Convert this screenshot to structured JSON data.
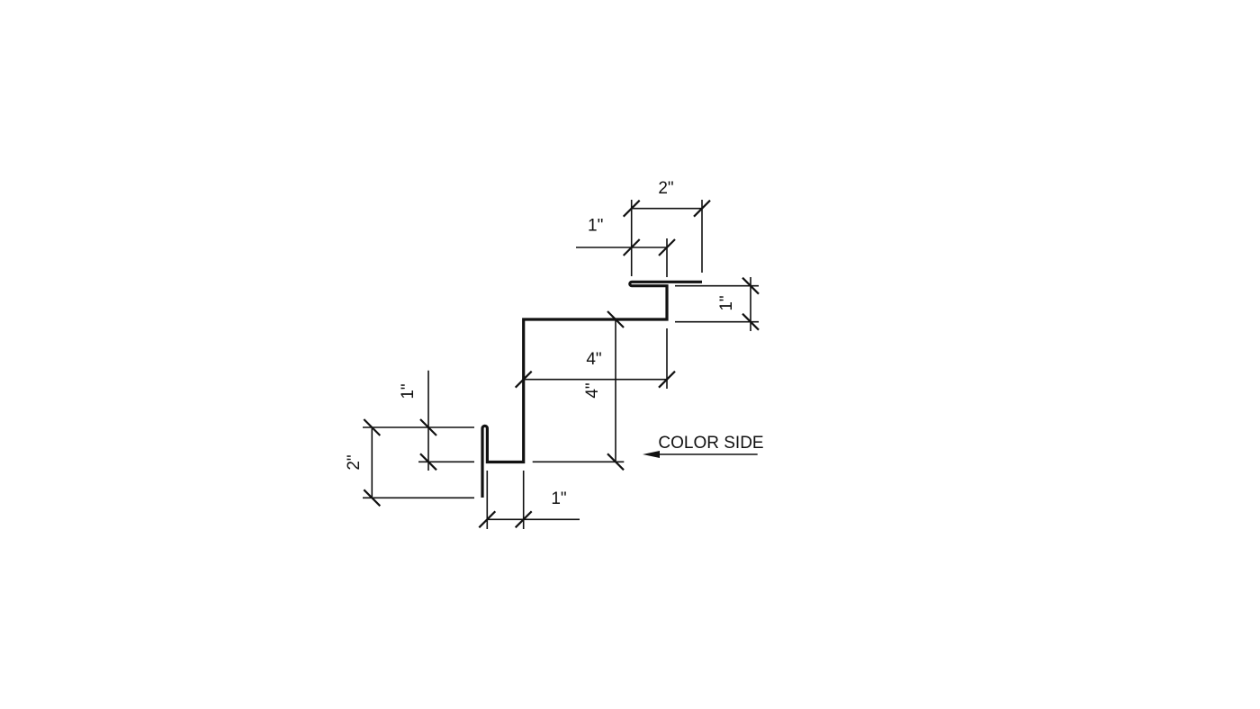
{
  "drawing": {
    "color_side_label": "COLOR SIDE",
    "dimensions": {
      "top_width": "2\"",
      "top_hem": "1\"",
      "right_step": "1\"",
      "middle_width": "4\"",
      "middle_height": "4\"",
      "left_hem": "1\"",
      "left_height": "2\"",
      "bottom_width": "1\""
    },
    "line_color": "#111111",
    "background": "#ffffff"
  }
}
